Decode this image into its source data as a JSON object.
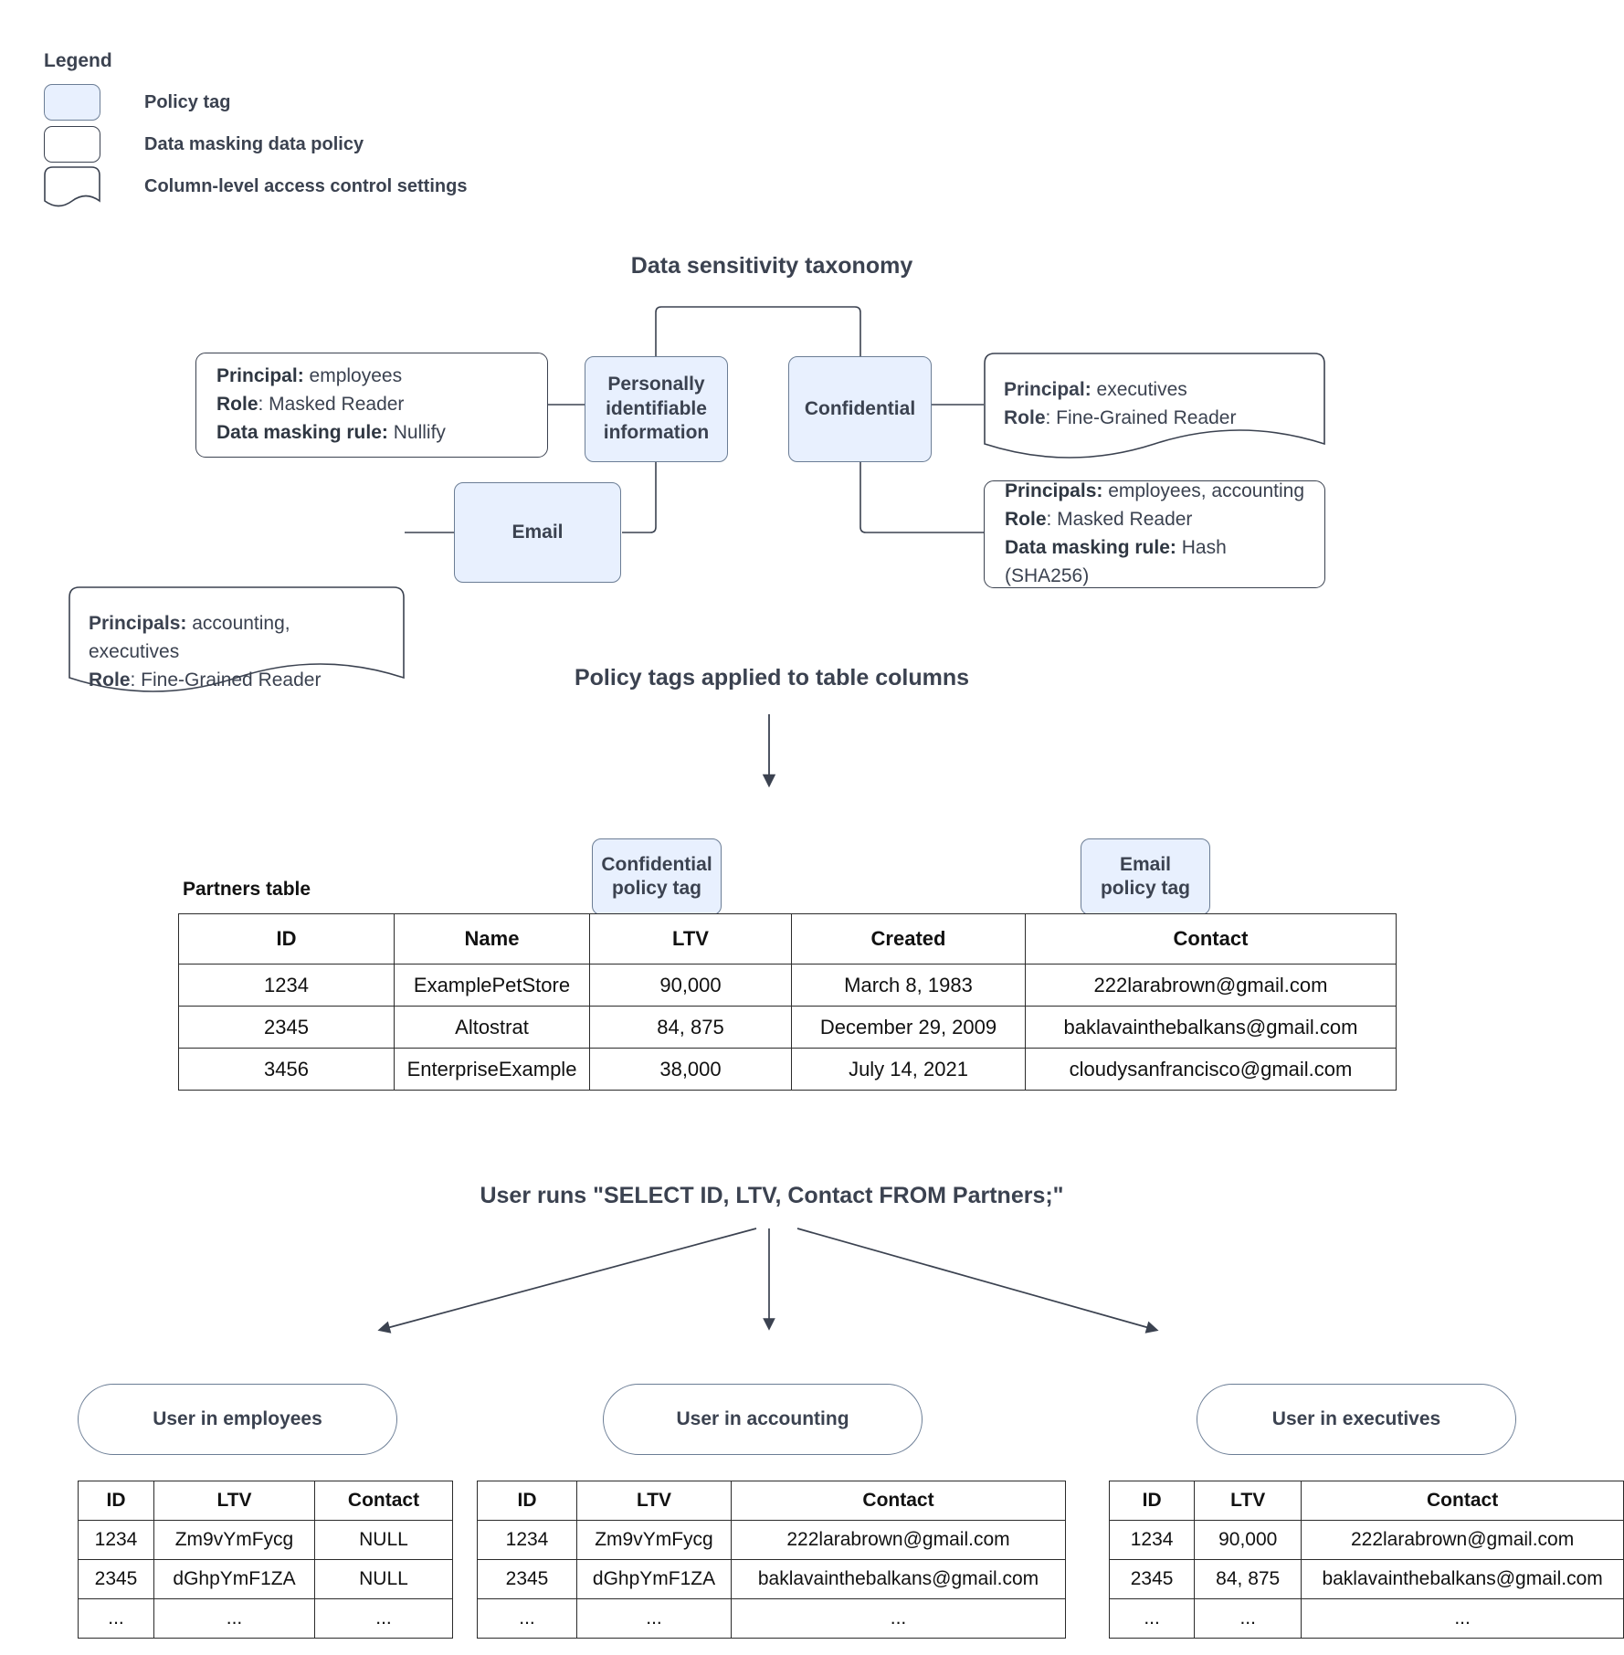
{
  "legend": {
    "title": "Legend",
    "items": [
      {
        "label": "Policy tag",
        "shape": "policy-tag-swatch"
      },
      {
        "label": "Data masking data policy",
        "shape": "data-masking-swatch"
      },
      {
        "label": "Column-level access control settings",
        "shape": "column-access-swatch"
      }
    ]
  },
  "colors": {
    "policy_tag_fill": "#e8f0fe",
    "policy_tag_stroke": "#6b7d95",
    "box_stroke": "#3b4250",
    "text": "#3b4250"
  },
  "taxonomy": {
    "heading": "Data sensitivity taxonomy",
    "tags": {
      "pii": "Personally identifiable information",
      "confidential": "Confidential",
      "email": "Email"
    },
    "policies": {
      "pii_masking": {
        "principal_key": "Principal:",
        "principal_val": " employees",
        "role_key": "Role",
        "role_val": ": Masked Reader",
        "rule_key": "Data masking rule:",
        "rule_val": " Nullify"
      },
      "email_access": {
        "principal_key": "Principals:",
        "principal_val": " accounting, executives",
        "role_key": "Role",
        "role_val": ": Fine-Grained Reader"
      },
      "confidential_access": {
        "principal_key": "Principal:",
        "principal_val": " executives",
        "role_key": "Role",
        "role_val": ": Fine-Grained Reader"
      },
      "confidential_masking": {
        "principal_key": "Principals:",
        "principal_val": " employees, accounting",
        "role_key": "Role",
        "role_val": ": Masked Reader",
        "rule_key": "Data masking rule:",
        "rule_val": " Hash (SHA256)"
      }
    }
  },
  "applied": {
    "heading": "Policy tags applied to table columns",
    "table_label": "Partners table",
    "tag_confidential_line1": "Confidential",
    "tag_confidential_line2": "policy tag",
    "tag_email_line1": "Email",
    "tag_email_line2": "policy tag",
    "columns": [
      "ID",
      "Name",
      "LTV",
      "Created",
      "Contact"
    ],
    "rows": [
      [
        "1234",
        "ExamplePetStore",
        "90,000",
        "March 8, 1983",
        "222larabrown@gmail.com"
      ],
      [
        "2345",
        "Altostrat",
        "84, 875",
        "December 29, 2009",
        "baklavainthebalkans@gmail.com"
      ],
      [
        "3456",
        "EnterpriseExample",
        "38,000",
        "July 14, 2021",
        "cloudysanfrancisco@gmail.com"
      ]
    ]
  },
  "query": {
    "heading": "User runs \"SELECT ID, LTV, Contact FROM Partners;\""
  },
  "results": [
    {
      "group_label": "User in employees",
      "columns": [
        "ID",
        "LTV",
        "Contact"
      ],
      "rows": [
        [
          "1234",
          "Zm9vYmFycg",
          "NULL"
        ],
        [
          "2345",
          "dGhpYmF1ZA",
          "NULL"
        ],
        [
          "...",
          "...",
          "..."
        ]
      ]
    },
    {
      "group_label": "User in accounting",
      "columns": [
        "ID",
        "LTV",
        "Contact"
      ],
      "rows": [
        [
          "1234",
          "Zm9vYmFycg",
          "222larabrown@gmail.com"
        ],
        [
          "2345",
          "dGhpYmF1ZA",
          "baklavainthebalkans@gmail.com"
        ],
        [
          "...",
          "...",
          "..."
        ]
      ]
    },
    {
      "group_label": "User in executives",
      "columns": [
        "ID",
        "LTV",
        "Contact"
      ],
      "rows": [
        [
          "1234",
          "90,000",
          "222larabrown@gmail.com"
        ],
        [
          "2345",
          "84, 875",
          "baklavainthebalkans@gmail.com"
        ],
        [
          "...",
          "...",
          "..."
        ]
      ]
    }
  ]
}
